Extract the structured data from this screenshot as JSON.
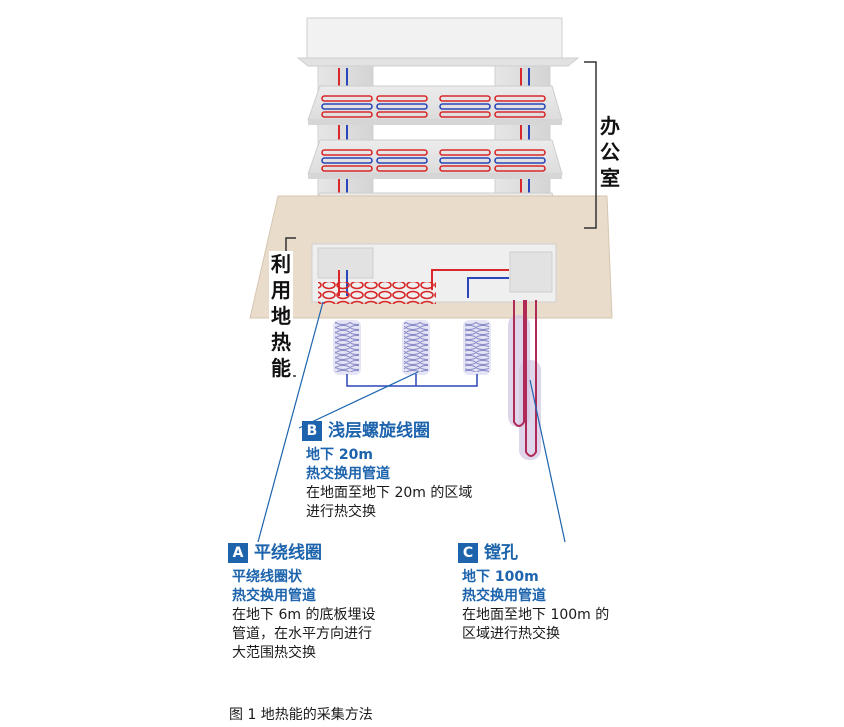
{
  "labels": {
    "office": "办公室",
    "geothermal": "利用地热能"
  },
  "callouts": {
    "A": {
      "badge": "A",
      "title": "平绕线圈",
      "sub1": "平绕线圈状",
      "sub2": "热交换用管道",
      "desc1": "在地下 6m 的底板埋设",
      "desc2": "管道，在水平方向进行",
      "desc3": "大范围热交换"
    },
    "B": {
      "badge": "B",
      "title": "浅层螺旋线圈",
      "sub1": "地下 20m",
      "sub2": "热交换用管道",
      "desc1": "在地面至地下 20m 的区域",
      "desc2": "进行热交换"
    },
    "C": {
      "badge": "C",
      "title": "镗孔",
      "sub1": "地下 100m",
      "sub2": "热交换用管道",
      "desc1": "在地面至地下 100m 的",
      "desc2": "区域进行热交换"
    }
  },
  "caption": "图 1  地热能的采集方法",
  "colors": {
    "accent": "#1d64ad",
    "hot_pipe": "#d8282a",
    "cold_pipe": "#2a46b8",
    "ground": "#e9dccb"
  }
}
